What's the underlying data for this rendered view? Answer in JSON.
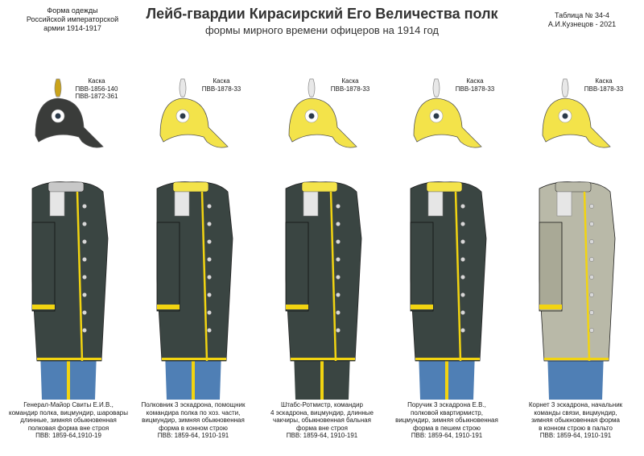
{
  "header": {
    "left_lines": [
      "Форма одежды",
      "Российской императорской",
      "армии  1914-1917"
    ],
    "title": "Лейб-гвардии Кирасирский Его Величества полк",
    "subtitle": "формы мирного времени офицеров на 1914 год",
    "right_lines": [
      "Таблица № 34-4",
      "А.И.Кузнецов - 2021"
    ]
  },
  "figures": [
    {
      "helmet_label_lines": [
        "Каска",
        "ПВВ-1856-140",
        "ПВВ-1872-361"
      ],
      "caption_lines": [
        "Генерал-Майор Свиты Е.И.В.,",
        "командир полка, вицмундир, шаровары",
        "длинные, зимняя обыкновенная",
        "полковая форма вне строя",
        "ПВВ: 1859-64,1910-19"
      ],
      "colors": {
        "helmet": "#3a3c3a",
        "tunic": "#3a4542",
        "trousers": "#4f7fb5",
        "trim": "#f2d411",
        "collar": "#c8c8c8"
      }
    },
    {
      "helmet_label_lines": [
        "Каска",
        "ПВВ-1878-33"
      ],
      "caption_lines": [
        "Полковник 3 эскадрона, помощник",
        "командира полка по хоз. части,",
        "вицмундир, зимняя обыкновенная",
        "форма в конном строю",
        "ПВВ: 1859-64, 1910-191"
      ],
      "colors": {
        "helmet": "#f3e34a",
        "tunic": "#3a4542",
        "trousers": "#4f7fb5",
        "trim": "#f2d411",
        "collar": "#f3e34a"
      }
    },
    {
      "helmet_label_lines": [
        "Каска",
        "ПВВ-1878-33"
      ],
      "caption_lines": [
        "Штабс-Ротмистр, командир",
        "4 эскадрона, вицмундир, длинные",
        "чакчиры, обыкновенная бальная",
        "форма вне строя",
        "ПВВ: 1859-64, 1910-191"
      ],
      "colors": {
        "helmet": "#f3e34a",
        "tunic": "#3a4542",
        "trousers": "#3a4542",
        "trim": "#f2d411",
        "collar": "#f3e34a"
      }
    },
    {
      "helmet_label_lines": [
        "Каска",
        "ПВВ-1878-33"
      ],
      "caption_lines": [
        "Поручик 3 эскадрона Е.В.,",
        "полковой квартирмистр,",
        "вицмундир, зимняя обыкновенная",
        "форма в пешем строю",
        "ПВВ: 1859-64, 1910-191"
      ],
      "colors": {
        "helmet": "#f3e34a",
        "tunic": "#3a4542",
        "trousers": "#4f7fb5",
        "trim": "#f2d411",
        "collar": "#f3e34a"
      }
    },
    {
      "helmet_label_lines": [
        "Каска",
        "ПВВ-1878-33"
      ],
      "caption_lines": [
        "Корнет 3 эскадрона, начальник",
        "команды связи, вицмундир,",
        "зимняя обыкновенная форма",
        "в конном строю в пальто",
        "ПВВ: 1859-64, 1910-191"
      ],
      "colors": {
        "helmet": "#f3e34a",
        "tunic": "#b9b9a8",
        "trousers": "#4f7fb5",
        "trim": "#f2d411",
        "collar": "#b9b9a8"
      }
    }
  ]
}
